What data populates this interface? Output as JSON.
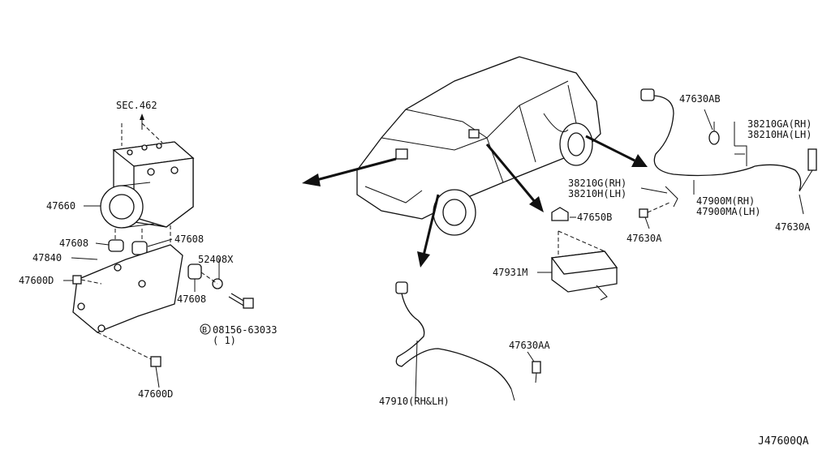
{
  "diagram": {
    "labels": {
      "sec462": "SEC.462",
      "p47660": "47660",
      "p47608a": "47608",
      "p47608b": "47608",
      "p47608c": "47608",
      "p52408x": "52408X",
      "p47840": "47840",
      "p47600d_a": "47600D",
      "p47600d_b": "47600D",
      "bolt_code": "08156-63033",
      "bolt_qty": "( 1)",
      "bolt_badge": "B",
      "p47630ab": "47630AB",
      "p38210ga": "38210GA(RH)",
      "p38210ha": "38210HA(LH)",
      "p38210g": "38210G(RH)",
      "p38210h": "38210H(LH)",
      "p47900m": "47900M(RH)",
      "p47900ma": "47900MA(LH)",
      "p47650b": "47650B",
      "p47630a_a": "47630A",
      "p47630a_b": "47630A",
      "p47931m": "47931M",
      "p47630aa": "47630AA",
      "p47910": "47910(RH&LH)",
      "ref": "J47600QA"
    }
  }
}
